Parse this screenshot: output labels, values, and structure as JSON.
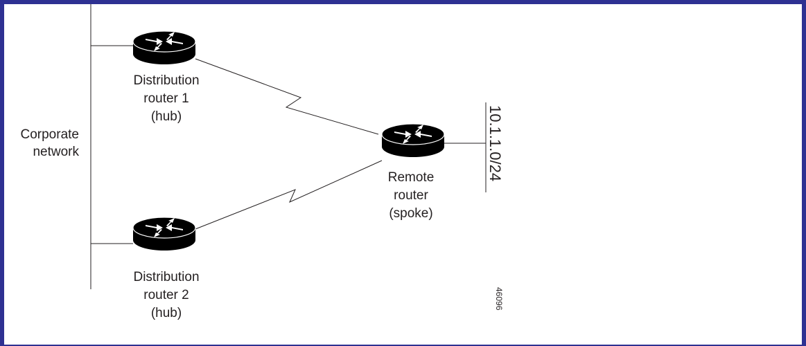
{
  "diagram": {
    "corporate_network": {
      "line1": "Corporate",
      "line2": "network"
    },
    "distribution_router_1": {
      "line1": "Distribution",
      "line2": "router 1",
      "line3": "(hub)",
      "icon": "router-icon"
    },
    "distribution_router_2": {
      "line1": "Distribution",
      "line2": "router 2",
      "line3": "(hub)",
      "icon": "router-icon"
    },
    "remote_router": {
      "line1": "Remote",
      "line2": "router",
      "line3": "(spoke)",
      "icon": "router-icon"
    },
    "subnet_label": "10.1.1.0/24",
    "figure_id": "46096",
    "colors": {
      "border": "#2e3192",
      "ink": "#231f20",
      "router_body": "#000000",
      "router_arrows": "#ffffff"
    }
  }
}
